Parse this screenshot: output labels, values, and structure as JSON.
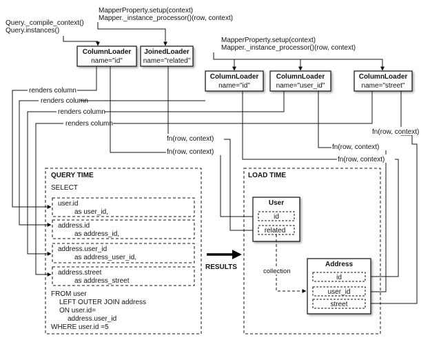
{
  "top_labels": {
    "query_compile": "Query._compile_context()",
    "query_instances": "Query.instances()",
    "setup_left": "MapperProperty.setup(context)",
    "processor_left": "Mapper._instance_processor()(row, context)",
    "setup_right": "MapperProperty.setup(context)",
    "processor_right": "Mapper._instance_processor()(row, context)"
  },
  "loaders": {
    "col_id_1": {
      "title": "ColumnLoader",
      "name": "name=\"id\""
    },
    "joined_related": {
      "title": "JoinedLoader",
      "name": "name=\"related\""
    },
    "col_id_2": {
      "title": "ColumnLoader",
      "name": "name=\"id\""
    },
    "col_user_id": {
      "title": "ColumnLoader",
      "name": "name=\"user_id\""
    },
    "col_street": {
      "title": "ColumnLoader",
      "name": "name=\"street\""
    }
  },
  "edge_labels": {
    "renders_1": "renders column",
    "renders_2": "renders column",
    "renders_3": "renders column",
    "renders_4": "renders column",
    "fn_1": "fn(row, context)",
    "fn_2": "fn(row, context)",
    "fn_3": "fn(row, context)",
    "fn_4": "fn(row, context)",
    "fn_5": "fn(row, context)",
    "collection": "collection"
  },
  "query_time": {
    "title": "QUERY TIME",
    "select": "SELECT",
    "cols": [
      {
        "line1": "user.id",
        "line2": "as user_id,"
      },
      {
        "line1": "address.id",
        "line2": "as address_id,"
      },
      {
        "line1": "address.user_id",
        "line2": "as address_user_id,"
      },
      {
        "line1": "address.street",
        "line2": "as address_street"
      }
    ],
    "from": [
      "FROM user",
      "LEFT OUTER JOIN address",
      "ON user.id=",
      "address.user_id",
      "WHERE user.id =5"
    ]
  },
  "results": "RESULTS",
  "load_time": {
    "title": "LOAD TIME",
    "user": {
      "title": "User",
      "fields": [
        "id",
        "related"
      ]
    },
    "address": {
      "title": "Address",
      "fields": [
        "id",
        "user_id",
        "street"
      ]
    }
  }
}
